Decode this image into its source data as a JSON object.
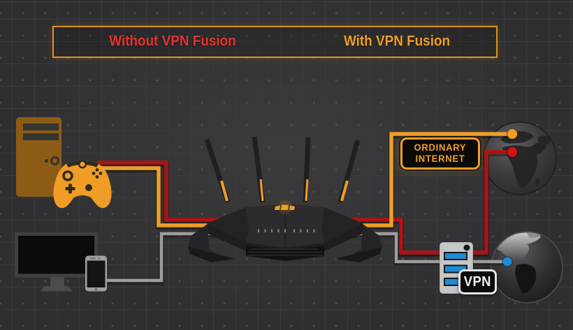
{
  "header": {
    "without_label": "Without VPN Fusion",
    "with_label": "With VPN Fusion"
  },
  "nodes": {
    "internet_label_line1": "ORDINARY",
    "internet_label_line2": "INTERNET",
    "vpn_badge_label": "VPN"
  },
  "theme": {
    "bg": "#333335",
    "grid-line": "#3b3b3d",
    "grid-dot": "#514d47",
    "accent-orange": "#f09e28",
    "title-border": "#dd921c",
    "red-text": "#e5332e",
    "red-line": "#b01212",
    "red-dot": "#cf1616",
    "gray-line": "#9d9d9f",
    "blue": "#1e8cd4",
    "tower-orange": "#8c5c16",
    "controller-orange": "#ef9d26",
    "panel-black": "#0c0a07"
  },
  "diagram": {
    "type": "network-topology",
    "nodes": [
      {
        "id": "desktop-pc",
        "icon": "desktop-tower-icon"
      },
      {
        "id": "game-controller",
        "icon": "game-controller-icon"
      },
      {
        "id": "monitor",
        "icon": "monitor-icon"
      },
      {
        "id": "smartphone",
        "icon": "smartphone-icon"
      },
      {
        "id": "router",
        "icon": "wifi-router-icon"
      },
      {
        "id": "ordinary-internet-globe",
        "icon": "globe-icon",
        "label": "ORDINARY INTERNET"
      },
      {
        "id": "vpn-server",
        "icon": "server-icon",
        "badge": "VPN"
      },
      {
        "id": "vpn-globe",
        "icon": "globe-icon"
      }
    ],
    "connections": [
      {
        "from": "game-controller",
        "via": "router",
        "to": "ordinary-internet-globe",
        "color": "red",
        "meaning": "Without VPN Fusion"
      },
      {
        "from": "game-controller",
        "via": "router",
        "to": "ordinary-internet-globe",
        "color": "orange",
        "meaning": "With VPN Fusion"
      },
      {
        "from": "smartphone",
        "via": "vpn-server",
        "to": "vpn-globe",
        "color": "gray",
        "meaning": "VPN tunnel traffic"
      }
    ]
  }
}
